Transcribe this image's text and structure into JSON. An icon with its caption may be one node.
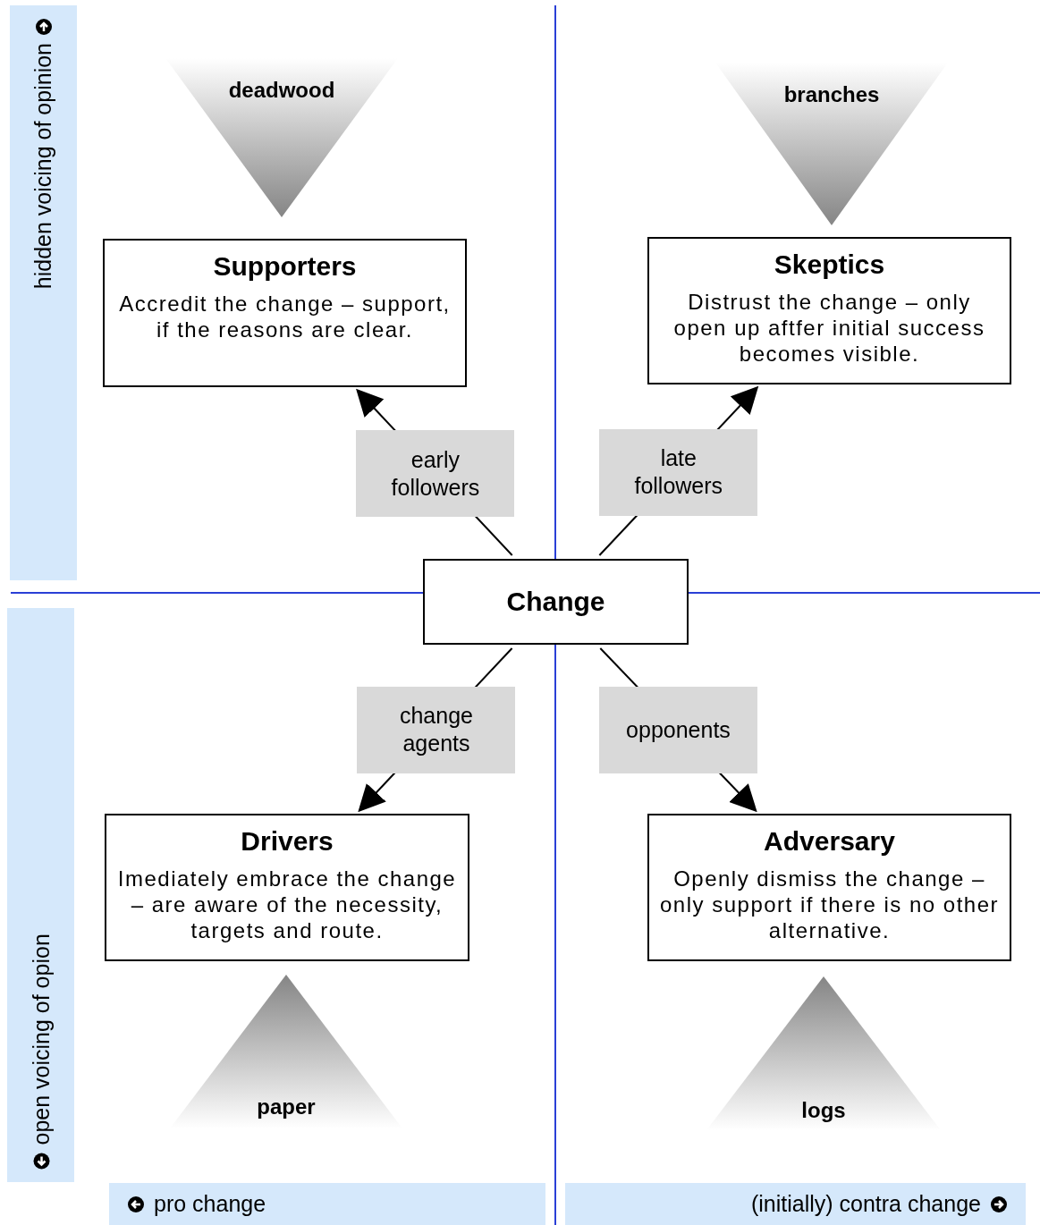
{
  "diagram": {
    "nodes": [
      {
        "text": [
          "hidden voicing of opinion"
        ]
      },
      {
        "text": [
          "deadwood"
        ]
      },
      {
        "text": [
          "branches"
        ]
      },
      {
        "text": [
          "Supporters",
          "Accredit the change – support, if the reasons are clear."
        ]
      },
      {
        "text": [
          "Skeptics",
          "Distrust the change – only open up aftfer initial success becomes visible."
        ]
      },
      {
        "text": [
          "Change"
        ]
      },
      {
        "text": [
          "Drivers",
          "Imediately embrace the change – are aware of the necessity, targets and route."
        ]
      },
      {
        "text": [
          "Adversary",
          "Openly dismiss the change – only support if there is no other alternative."
        ]
      },
      {
        "text": [
          "paper"
        ]
      },
      {
        "text": [
          "logs"
        ]
      },
      {
        "text": [
          "open voicing of opion"
        ]
      },
      {
        "text": [
          "pro change"
        ]
      },
      {
        "text": [
          "(initially) contra change"
        ]
      }
    ],
    "edges": [
      {
        "from": 5,
        "to": 3,
        "arrow": "to",
        "label": "early followers"
      },
      {
        "from": 5,
        "to": 4,
        "arrow": "to",
        "label": "late followers"
      },
      {
        "from": 5,
        "to": 6,
        "arrow": "to",
        "label": "change agents"
      },
      {
        "from": 5,
        "to": 7,
        "arrow": "to",
        "label": "opponents"
      }
    ]
  }
}
